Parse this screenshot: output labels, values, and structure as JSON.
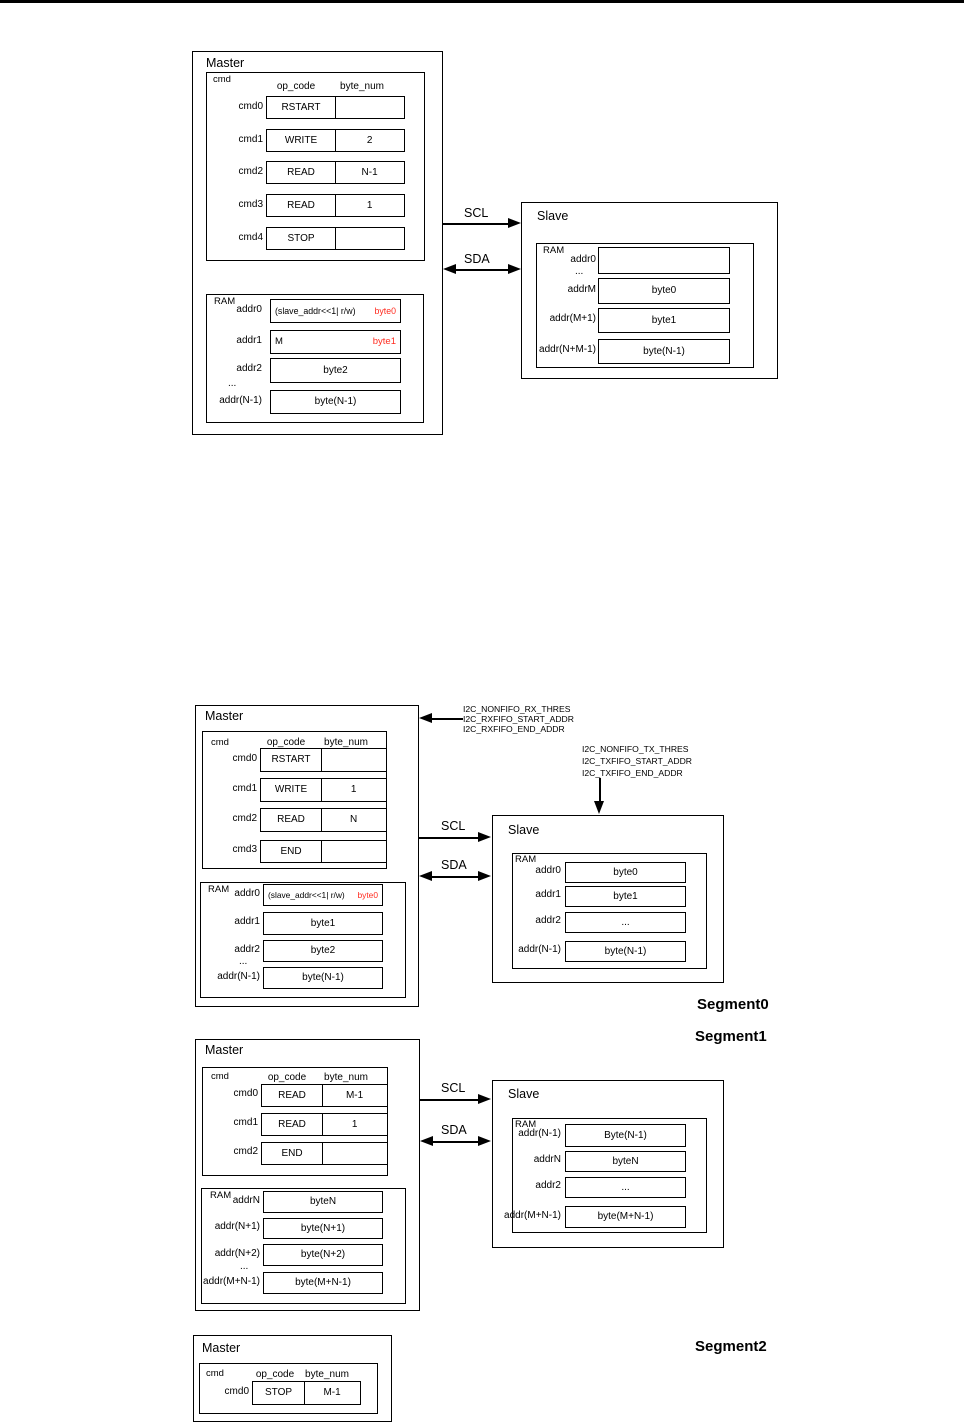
{
  "theme": {
    "accent_red": "#ff2d21",
    "line_color": "#000000",
    "background": "#ffffff"
  },
  "d1": {
    "master_title": "Master",
    "cmd_label": "cmd",
    "op_code_header": "op_code",
    "byte_num_header": "byte_num",
    "cmd_rows": [
      {
        "label": "cmd0",
        "op": "RSTART",
        "num": ""
      },
      {
        "label": "cmd1",
        "op": "WRITE",
        "num": "2"
      },
      {
        "label": "cmd2",
        "op": "READ",
        "num": "N-1"
      },
      {
        "label": "cmd3",
        "op": "READ",
        "num": "1"
      },
      {
        "label": "cmd4",
        "op": "STOP",
        "num": ""
      }
    ],
    "ram_label": "RAM",
    "ram_rows": [
      {
        "label": "addr0",
        "text_black": "(slave_addr<<1| r/w)",
        "text_red": "byte0"
      },
      {
        "label": "addr1",
        "text_black": "M",
        "text_red": "byte1"
      },
      {
        "label": "addr2",
        "text": "byte2"
      },
      {
        "label": "addr(N-1)",
        "text": "byte(N-1)"
      }
    ],
    "ram_dots": "...",
    "scl": "SCL",
    "sda": "SDA",
    "slave_title": "Slave",
    "slave_ram_label": "RAM",
    "slave_ram_rows": [
      {
        "label": "addr0",
        "text": ""
      },
      {
        "label": "addrM",
        "text": "byte0"
      },
      {
        "label": "addr(M+1)",
        "text": "byte1"
      },
      {
        "label": "addr(N+M-1)",
        "text": "byte(N-1)"
      }
    ],
    "slave_ram_dots": "..."
  },
  "d2": {
    "rx_regs": [
      "I2C_NONFIFO_RX_THRES",
      "I2C_RXFIFO_START_ADDR",
      "I2C_RXFIFO_END_ADDR"
    ],
    "tx_regs": [
      "I2C_NONFIFO_TX_THRES",
      "I2C_TXFIFO_START_ADDR",
      "I2C_TXFIFO_END_ADDR"
    ],
    "master_title": "Master",
    "cmd_label": "cmd",
    "op_code_header": "op_code",
    "byte_num_header": "byte_num",
    "cmd_rows": [
      {
        "label": "cmd0",
        "op": "RSTART",
        "num": ""
      },
      {
        "label": "cmd1",
        "op": "WRITE",
        "num": "1"
      },
      {
        "label": "cmd2",
        "op": "READ",
        "num": "N"
      },
      {
        "label": "cmd3",
        "op": "END",
        "num": ""
      }
    ],
    "ram_label": "RAM",
    "ram_rows": [
      {
        "label": "addr0",
        "text_black": "(slave_addr<<1| r/w)",
        "text_red": "byte0"
      },
      {
        "label": "addr1",
        "text": "byte1"
      },
      {
        "label": "addr2",
        "text": "byte2"
      },
      {
        "label": "addr(N-1)",
        "text": "byte(N-1)"
      }
    ],
    "ram_dots": "...",
    "scl": "SCL",
    "sda": "SDA",
    "slave_title": "Slave",
    "slave_ram_label": "RAM",
    "slave_ram_rows": [
      {
        "label": "addr0",
        "text": "byte0"
      },
      {
        "label": "addr1",
        "text": "byte1"
      },
      {
        "label": "addr2",
        "text": "..."
      },
      {
        "label": "addr(N-1)",
        "text": "byte(N-1)"
      }
    ],
    "segment0": "Segment0",
    "segment1": "Segment1"
  },
  "d3": {
    "master_title": "Master",
    "cmd_label": "cmd",
    "op_code_header": "op_code",
    "byte_num_header": "byte_num",
    "cmd_rows": [
      {
        "label": "cmd0",
        "op": "READ",
        "num": "M-1"
      },
      {
        "label": "cmd1",
        "op": "READ",
        "num": "1"
      },
      {
        "label": "cmd2",
        "op": "END",
        "num": ""
      }
    ],
    "ram_label": "RAM",
    "ram_rows": [
      {
        "label": "addrN",
        "text": "byteN"
      },
      {
        "label": "addr(N+1)",
        "text": "byte(N+1)"
      },
      {
        "label": "addr(N+2)",
        "text": "byte(N+2)"
      },
      {
        "label": "addr(M+N-1)",
        "text": "byte(M+N-1)"
      }
    ],
    "ram_dots": "...",
    "scl": "SCL",
    "sda": "SDA",
    "slave_title": "Slave",
    "slave_ram_label": "RAM",
    "slave_ram_rows": [
      {
        "label": "addr(N-1)",
        "text": "Byte(N-1)"
      },
      {
        "label": "addrN",
        "text": "byteN"
      },
      {
        "label": "addr2",
        "text": "..."
      },
      {
        "label": "addr(M+N-1)",
        "text": "byte(M+N-1)"
      }
    ]
  },
  "d4": {
    "master_title": "Master",
    "cmd_label": "cmd",
    "op_code_header": "op_code",
    "byte_num_header": "byte_num",
    "cmd_rows": [
      {
        "label": "cmd0",
        "op": "STOP",
        "num": "M-1"
      }
    ],
    "segment2": "Segment2"
  }
}
